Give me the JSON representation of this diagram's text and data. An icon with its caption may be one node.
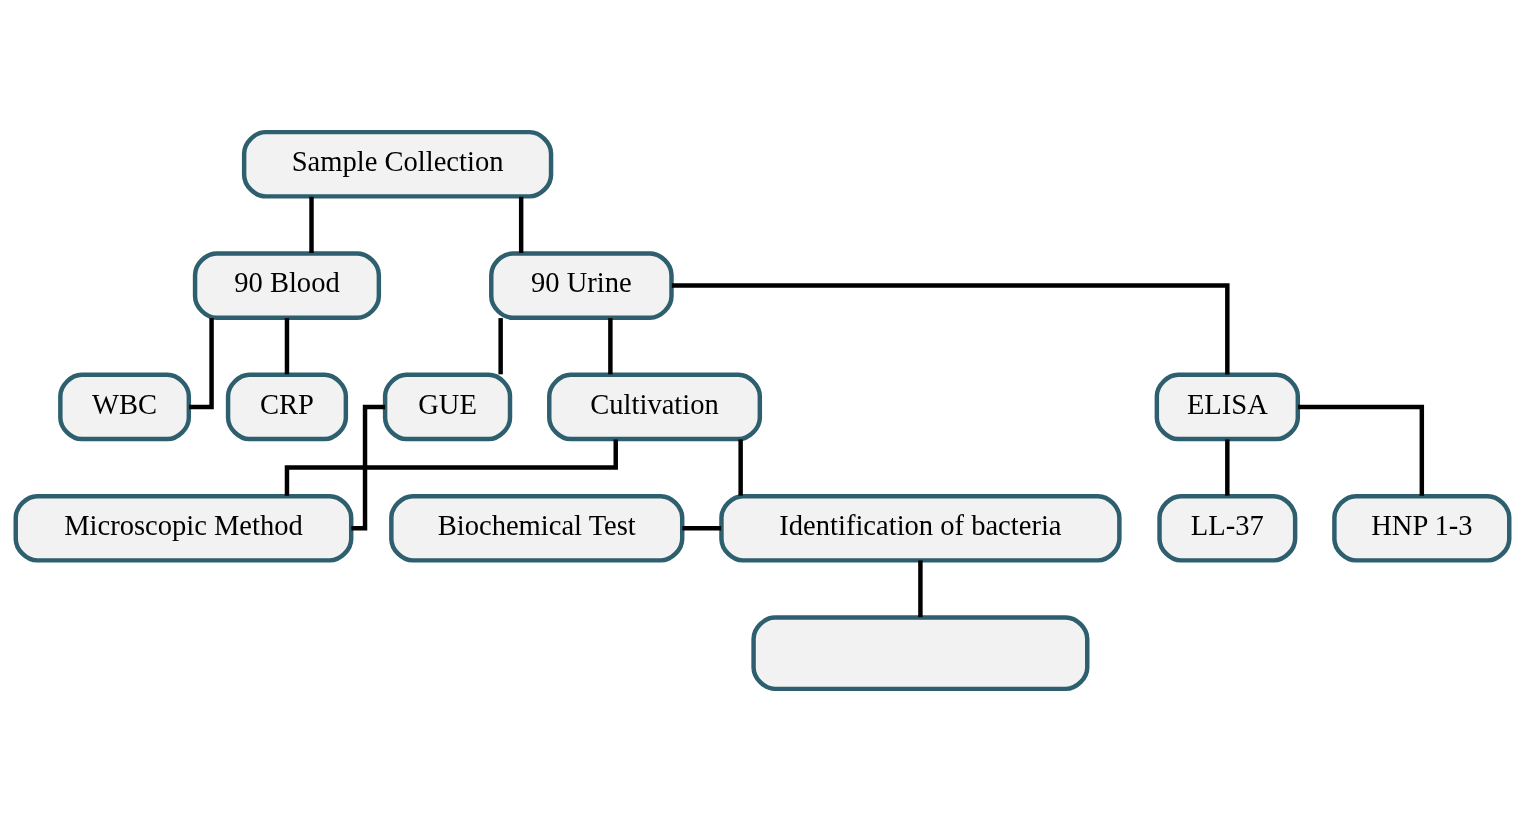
{
  "diagram": {
    "nodes": [
      {
        "text": [
          "Sample Collection"
        ]
      },
      {
        "text": [
          "90 Blood"
        ]
      },
      {
        "text": [
          "90 Urine"
        ]
      },
      {
        "text": [
          "WBC"
        ]
      },
      {
        "text": [
          "CRP"
        ]
      },
      {
        "text": [
          "GUE"
        ]
      },
      {
        "text": [
          "Cultivation"
        ]
      },
      {
        "text": [
          "ELISA"
        ]
      },
      {
        "text": [
          "Microscopic Method"
        ]
      },
      {
        "text": [
          "LL-37"
        ]
      },
      {
        "text": [
          "Identification of bacteria"
        ]
      },
      {
        "text": [
          "Biochemical Test"
        ]
      },
      {
        "text": [
          "HNP 1-3"
        ]
      },
      {
        "text": [],
        "shape": "box"
      }
    ],
    "edges": [
      {
        "from": 0,
        "to": 1,
        "arrow": "none"
      },
      {
        "from": 0,
        "to": 2,
        "arrow": "none"
      },
      {
        "from": 1,
        "to": 3,
        "arrow": "none"
      },
      {
        "from": 1,
        "to": 4,
        "arrow": "none"
      },
      {
        "from": 2,
        "to": 5,
        "arrow": "none"
      },
      {
        "from": 2,
        "to": 6,
        "arrow": "none"
      },
      {
        "from": 2,
        "to": 7,
        "arrow": "none"
      },
      {
        "from": 5,
        "to": 8,
        "arrow": "none"
      },
      {
        "from": 6,
        "to": 8,
        "arrow": "none"
      },
      {
        "from": 6,
        "to": 10,
        "arrow": "none"
      },
      {
        "from": 11,
        "to": 10,
        "arrow": "none"
      },
      {
        "from": 10,
        "to": 13,
        "arrow": "none"
      },
      {
        "from": 7,
        "to": 9,
        "arrow": "none"
      },
      {
        "from": 7,
        "to": 12,
        "arrow": "none"
      }
    ]
  }
}
